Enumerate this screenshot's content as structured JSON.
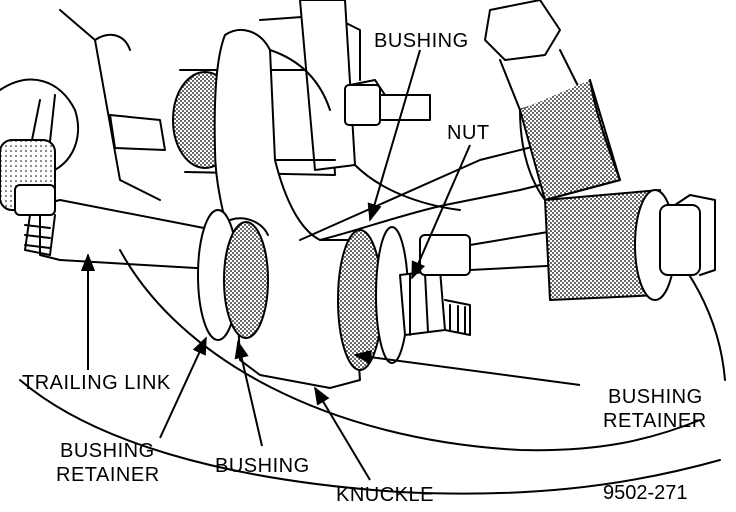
{
  "labels": {
    "bushing_top": "BUSHING",
    "nut": "NUT",
    "trailing_link": "TRAILING LINK",
    "bushing_retainer_right_1": "BUSHING",
    "bushing_retainer_right_2": "RETAINER",
    "bushing_retainer_left_1": "BUSHING",
    "bushing_retainer_left_2": "RETAINER",
    "bushing_bottom": "BUSHING",
    "knuckle": "KNUCKLE"
  },
  "figure_number": "9502-271",
  "colors": {
    "ink": "#000000",
    "paper": "#ffffff",
    "stipple": "#4a4a4a"
  }
}
